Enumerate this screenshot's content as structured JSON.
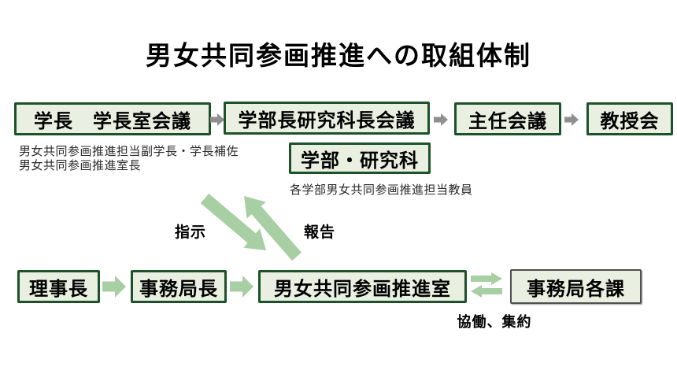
{
  "title": "男女共同参画推進への取組体制",
  "colors": {
    "box_border": "#1c5129",
    "box_fill": "#eaf0e1",
    "green_arrow": "#a8cfa3",
    "gray_arrow": "#8f8f8f",
    "dept_box_border": "#4f4f4f"
  },
  "top_row": {
    "boxes": [
      {
        "label": "学長　学長室会議"
      },
      {
        "label": "学部長研究科長会議"
      },
      {
        "label": "主任会議"
      },
      {
        "label": "教授会"
      }
    ]
  },
  "faculty_box": {
    "label": "学部・研究科"
  },
  "notes": {
    "under_president": [
      "男女共同参画推進担当副学長・学長補佐",
      "男女共同参画推進室長"
    ],
    "under_faculty": "各学部男女共同参画推進担当教員"
  },
  "flow_labels": {
    "instruction": "指示",
    "report": "報告",
    "collaboration": "協働、集約"
  },
  "bottom_row": {
    "boxes": [
      {
        "label": "理事長"
      },
      {
        "label": "事務局長"
      },
      {
        "label": "男女共同参画推進室"
      },
      {
        "label": "事務局各課"
      }
    ]
  }
}
